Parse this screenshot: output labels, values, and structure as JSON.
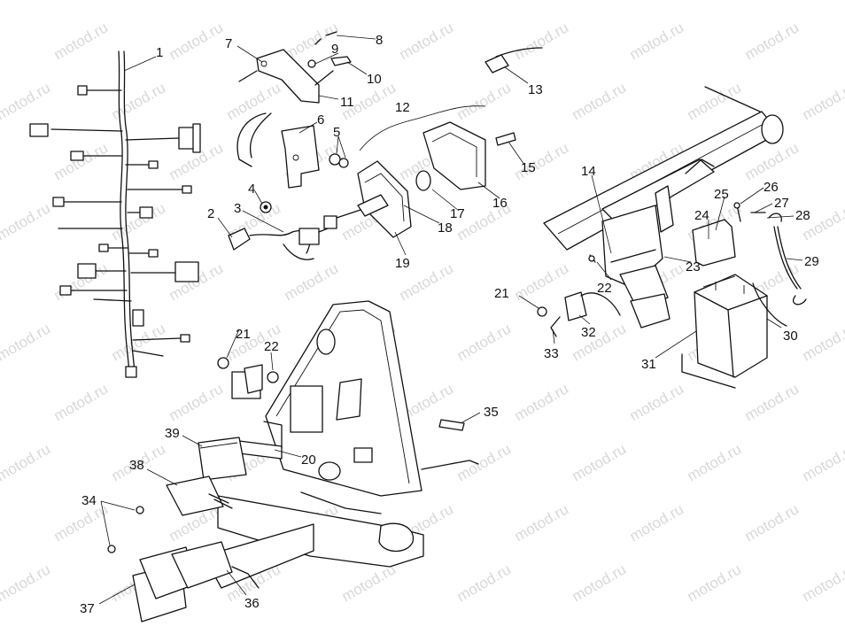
{
  "watermark": "motod.ru",
  "callouts": [
    {
      "id": "1",
      "label": "1"
    },
    {
      "id": "2",
      "label": "2"
    },
    {
      "id": "3",
      "label": "3"
    },
    {
      "id": "4",
      "label": "4"
    },
    {
      "id": "5",
      "label": "5"
    },
    {
      "id": "6",
      "label": "6"
    },
    {
      "id": "7",
      "label": "7"
    },
    {
      "id": "8",
      "label": "8"
    },
    {
      "id": "9",
      "label": "9"
    },
    {
      "id": "10",
      "label": "10"
    },
    {
      "id": "11",
      "label": "11"
    },
    {
      "id": "12",
      "label": "12"
    },
    {
      "id": "13",
      "label": "13"
    },
    {
      "id": "14",
      "label": "14"
    },
    {
      "id": "15",
      "label": "15"
    },
    {
      "id": "16",
      "label": "16"
    },
    {
      "id": "17",
      "label": "17"
    },
    {
      "id": "18",
      "label": "18"
    },
    {
      "id": "19",
      "label": "19"
    },
    {
      "id": "20",
      "label": "20"
    },
    {
      "id": "21a",
      "label": "21"
    },
    {
      "id": "22a",
      "label": "22"
    },
    {
      "id": "21b",
      "label": "21"
    },
    {
      "id": "22b",
      "label": "22"
    },
    {
      "id": "23",
      "label": "23"
    },
    {
      "id": "24",
      "label": "24"
    },
    {
      "id": "25",
      "label": "25"
    },
    {
      "id": "26",
      "label": "26"
    },
    {
      "id": "27",
      "label": "27"
    },
    {
      "id": "28",
      "label": "28"
    },
    {
      "id": "29",
      "label": "29"
    },
    {
      "id": "30",
      "label": "30"
    },
    {
      "id": "31",
      "label": "31"
    },
    {
      "id": "32",
      "label": "32"
    },
    {
      "id": "33",
      "label": "33"
    },
    {
      "id": "34",
      "label": "34"
    },
    {
      "id": "35",
      "label": "35"
    },
    {
      "id": "36",
      "label": "36"
    },
    {
      "id": "37",
      "label": "37"
    },
    {
      "id": "38",
      "label": "38"
    },
    {
      "id": "39",
      "label": "39"
    }
  ]
}
